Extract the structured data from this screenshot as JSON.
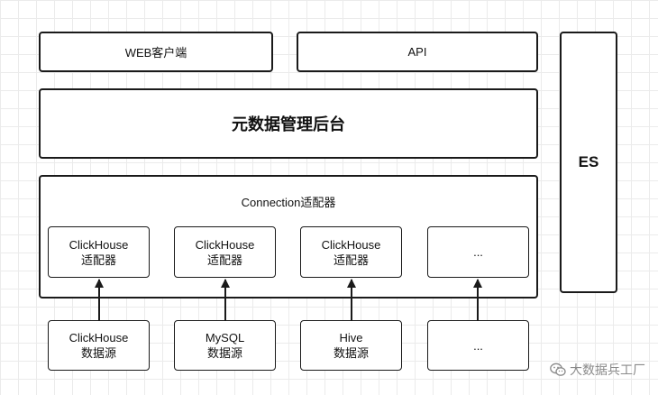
{
  "top_row": {
    "web_client": "WEB客户端",
    "api": "API"
  },
  "side": {
    "es": "ES"
  },
  "backend": {
    "title": "元数据管理后台"
  },
  "adapter_group": {
    "title": "Connection适配器",
    "adapters": [
      {
        "line1": "ClickHouse",
        "line2": "适配器"
      },
      {
        "line1": "ClickHouse",
        "line2": "适配器"
      },
      {
        "line1": "ClickHouse",
        "line2": "适配器"
      },
      {
        "line1": "...",
        "line2": ""
      }
    ]
  },
  "sources": [
    {
      "line1": "ClickHouse",
      "line2": "数据源"
    },
    {
      "line1": "MySQL",
      "line2": "数据源"
    },
    {
      "line1": "Hive",
      "line2": "数据源"
    },
    {
      "line1": "...",
      "line2": ""
    }
  ],
  "watermark": {
    "text": "大数据兵工厂",
    "icon": "wechat-icon"
  },
  "colors": {
    "stroke": "#1a1a1a",
    "grid": "#ebebeb",
    "watermark": "#8a8a8a"
  }
}
